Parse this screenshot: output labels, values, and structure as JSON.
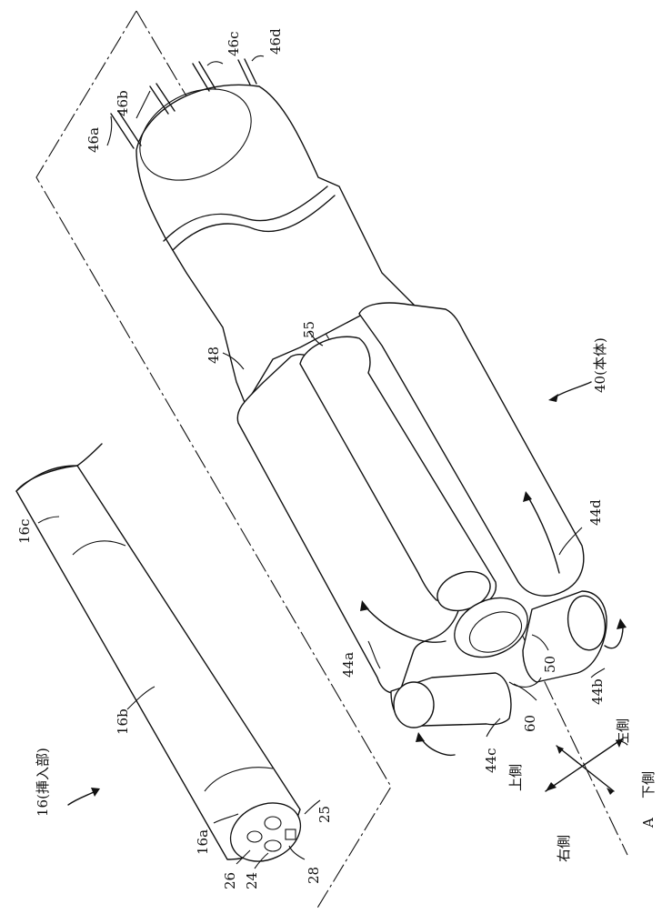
{
  "labels": {
    "part_46a": "46a",
    "part_46b": "46b",
    "part_46c": "46c",
    "part_46d": "46d",
    "part_48": "48",
    "part_55": "55",
    "part_40": "40(本体)",
    "part_44a": "44a",
    "part_44b": "44b",
    "part_44c": "44c",
    "part_44d": "44d",
    "part_50": "50",
    "part_60": "60",
    "part_16": "16(挿入部)",
    "part_16a": "16a",
    "part_16b": "16b",
    "part_16c": "16c",
    "part_24": "24",
    "part_25": "25",
    "part_26": "26",
    "part_28": "28",
    "dir_up": "上側",
    "dir_down": "下側",
    "dir_left": "左側",
    "dir_right": "右側",
    "axis_a": "A"
  }
}
